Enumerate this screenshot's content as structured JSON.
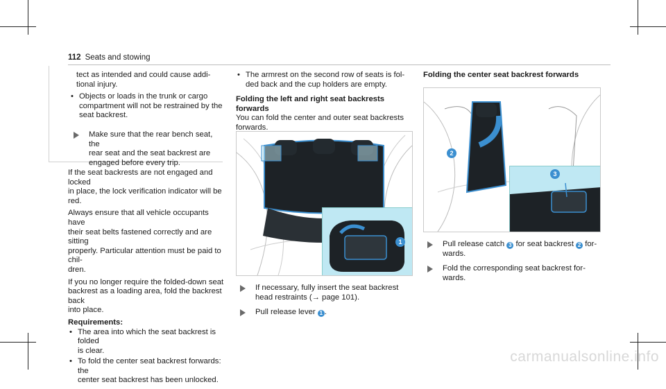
{
  "header": {
    "page_number": "112",
    "section": "Seats and stowing"
  },
  "col1": {
    "warning_lines": [
      "tect as intended and could cause addi-",
      "tional injury."
    ],
    "warning_bullet": [
      "Objects or loads in the trunk or cargo",
      "compartment will not be restrained by the",
      "seat backrest."
    ],
    "warning_step": [
      "Make sure that the rear bench seat, the",
      "rear seat and the seat backrest are",
      "engaged before every trip."
    ],
    "para1": [
      "If the seat backrests are not engaged and locked",
      "in place, the lock verification indicator will be red."
    ],
    "para2": [
      "Always ensure that all vehicle occupants have",
      "their seat belts fastened correctly and are sitting",
      "properly. Particular attention must be paid to chil-",
      "dren."
    ],
    "para3": [
      "If you no longer require the folded-down seat",
      "backrest as a loading area, fold the backrest back",
      "into place."
    ],
    "req_heading": "Requirements:",
    "req1": [
      "The area into which the seat backrest is folded",
      "is clear."
    ],
    "req2": [
      "To fold the center seat backrest forwards: the",
      "center seat backrest has been unlocked."
    ]
  },
  "col2": {
    "bullet": [
      "The armrest on the second row of seats is fol-",
      "ded back and the cup holders are empty."
    ],
    "heading": "Folding the left and right seat backrests forwards",
    "intro": [
      "You can fold the center and outer seat backrests",
      "forwards."
    ],
    "step1": [
      "If necessary, fully insert the seat backrest",
      "head restraints (→ page 101)."
    ],
    "step2_text": "Pull release lever",
    "step2_num": "1",
    "callout1": "1"
  },
  "col3": {
    "heading": "Folding the center seat backrest forwards",
    "step1_a": "Pull release catch",
    "step1_num3": "3",
    "step1_b": "for seat backrest",
    "step1_num2": "2",
    "step1_c": "for-",
    "step1_d": "wards.",
    "step2": [
      "Fold the corresponding seat backrest for-",
      "wards."
    ],
    "callout2": "2",
    "callout3": "3"
  },
  "watermark": "carmanualsonline.info",
  "colors": {
    "accent": "#3b8fd0",
    "highlight_bg": "#bfe8f3",
    "seat": "#1d2226"
  }
}
